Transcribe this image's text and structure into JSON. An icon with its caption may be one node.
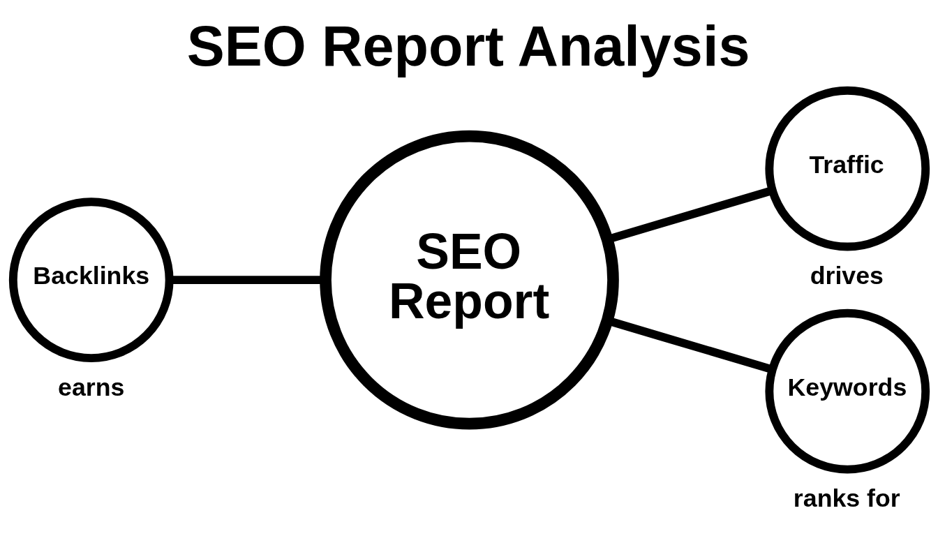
{
  "diagram": {
    "title": "SEO Report Analysis",
    "nodes": [
      {
        "text": [
          "Traffic"
        ],
        "beside": [
          "drives"
        ]
      },
      {
        "text": [
          "SEO Report"
        ]
      },
      {
        "text": [
          "Backlinks"
        ],
        "beside": [
          "earns"
        ]
      },
      {
        "text": [
          "Keywords"
        ],
        "beside": [
          "ranks for"
        ]
      }
    ],
    "edges": [
      {
        "from": 1,
        "to": 0,
        "arrow": "none"
      },
      {
        "from": 2,
        "to": 1,
        "arrow": "none"
      },
      {
        "from": 1,
        "to": 3,
        "arrow": "none"
      }
    ]
  }
}
